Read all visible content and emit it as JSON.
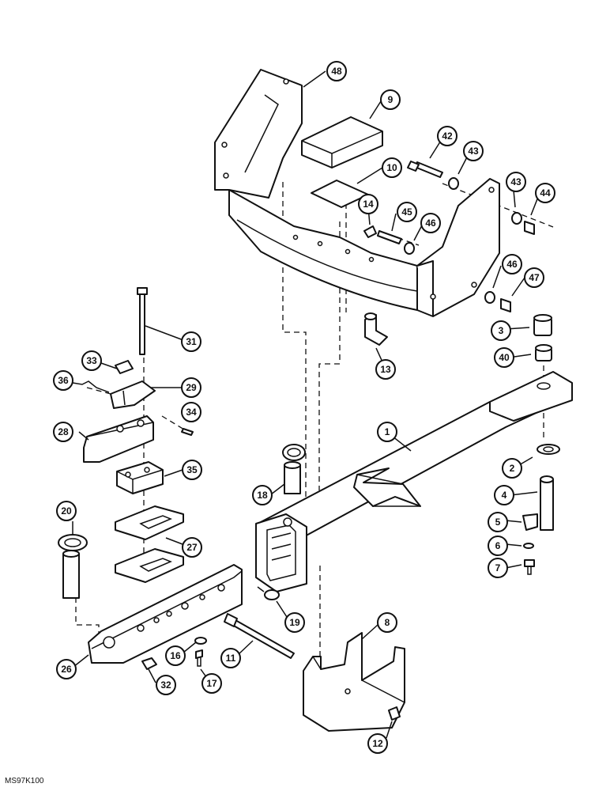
{
  "diagram": {
    "drawing_code": "MS97K100",
    "callouts": [
      "1",
      "2",
      "3",
      "4",
      "5",
      "6",
      "7",
      "8",
      "9",
      "10",
      "11",
      "12",
      "13",
      "14",
      "16",
      "17",
      "18",
      "19",
      "20",
      "26",
      "27",
      "28",
      "29",
      "31",
      "32",
      "33",
      "34",
      "35",
      "36",
      "40",
      "42",
      "43",
      "44",
      "45",
      "46",
      "47",
      "48"
    ]
  }
}
